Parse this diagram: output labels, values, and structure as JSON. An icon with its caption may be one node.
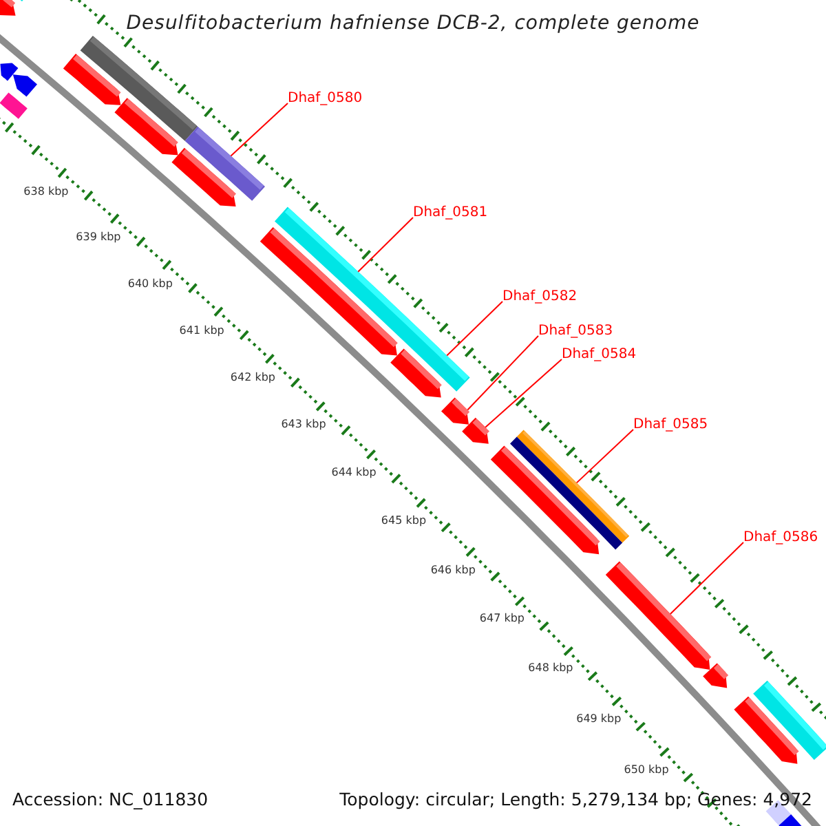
{
  "diagram": {
    "title": "Desulfitobacterium hafniense DCB-2, complete genome",
    "nodes": [
      {
        "text": [
          "Dhaf_0580"
        ]
      },
      {
        "text": [
          "Dhaf_0581"
        ]
      },
      {
        "text": [
          "Dhaf_0582"
        ]
      },
      {
        "text": [
          "Dhaf_0583"
        ]
      },
      {
        "text": [
          "Dhaf_0584"
        ]
      },
      {
        "text": [
          "Dhaf_0585"
        ]
      },
      {
        "text": [
          "Dhaf_0586"
        ]
      },
      {
        "text": [],
        "shape": "bar"
      },
      {
        "text": [],
        "shape": "arrow"
      },
      {
        "text": [],
        "shape": "bar"
      },
      {
        "text": [],
        "shape": "arrow"
      },
      {
        "text": [],
        "shape": "arrow"
      },
      {
        "text": [],
        "shape": "bar"
      },
      {
        "text": [],
        "shape": "arrow"
      },
      {
        "text": [],
        "shape": "arrow"
      },
      {
        "text": [],
        "shape": "bar"
      },
      {
        "text": [],
        "shape": "arrow"
      },
      {
        "text": [],
        "shape": "bar"
      },
      {
        "text": [],
        "shape": "arrow"
      },
      {
        "text": [],
        "shape": "arrow"
      },
      {
        "text": [],
        "shape": "arrow"
      },
      {
        "text": [],
        "shape": "arrow"
      },
      {
        "text": [],
        "shape": "bar"
      },
      {
        "text": [],
        "shape": "bar"
      },
      {
        "text": [],
        "shape": "arrow"
      },
      {
        "text": [],
        "shape": "arrow"
      },
      {
        "text": [],
        "shape": "arrow"
      },
      {
        "text": [],
        "shape": "bar"
      },
      {
        "text": [],
        "shape": "arrow"
      },
      {
        "text": [],
        "shape": "bar"
      },
      {
        "text": [],
        "shape": "bar"
      }
    ],
    "edges": [
      {
        "from": 0,
        "to": 15,
        "arrow": "none"
      },
      {
        "from": 1,
        "to": 17,
        "arrow": "none"
      },
      {
        "from": 2,
        "to": 17,
        "arrow": "none"
      },
      {
        "from": 3,
        "to": 20,
        "arrow": "none"
      },
      {
        "from": 4,
        "to": 21,
        "arrow": "none"
      },
      {
        "from": 5,
        "to": 22,
        "arrow": "none"
      },
      {
        "from": 6,
        "to": 25,
        "arrow": "none"
      }
    ],
    "labels": [
      "638 kbp",
      "639 kbp",
      "640 kbp",
      "641 kbp",
      "642 kbp",
      "643 kbp",
      "644 kbp",
      "645 kbp",
      "646 kbp",
      "647 kbp",
      "648 kbp",
      "649 kbp",
      "650 kbp",
      "Accession: NC_011830",
      "Topology: circular; Length: 5,279,134 bp; Genes: 4,972"
    ]
  }
}
